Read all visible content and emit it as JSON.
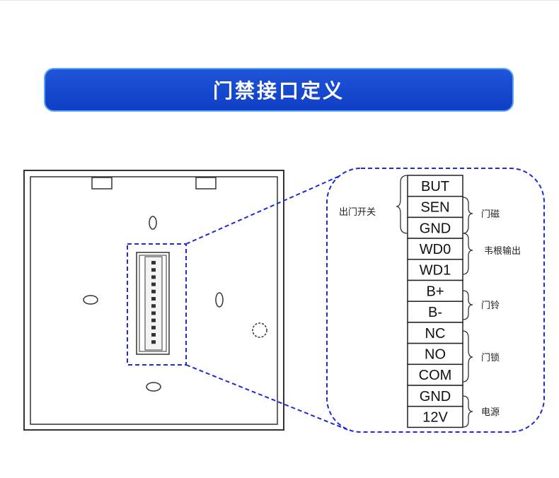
{
  "title": "门禁接口定义",
  "terminals": [
    "BUT",
    "SEN",
    "GND",
    "WD0",
    "WD1",
    "B+",
    "B-",
    "NC",
    "NO",
    "COM",
    "GND",
    "12V"
  ],
  "groups": {
    "exit_switch": "出门开关",
    "door_sensor": "门磁",
    "wiegand_output": "韦根输出",
    "doorbell": "门铃",
    "door_lock": "门锁",
    "power": "电源"
  },
  "colors": {
    "banner": "#1a4fd6",
    "dash": "#1e2bd6"
  }
}
